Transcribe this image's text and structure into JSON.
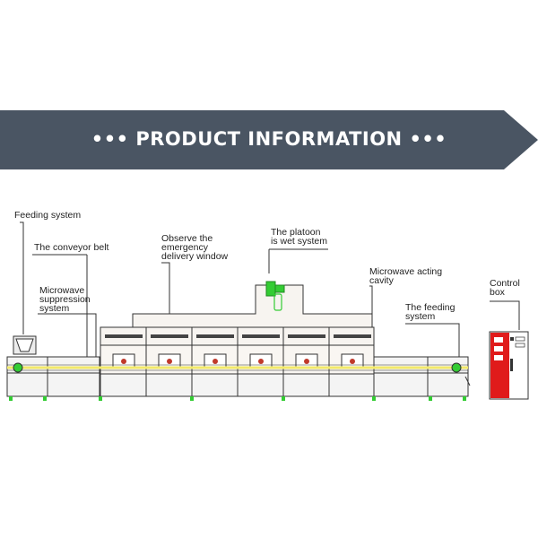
{
  "header": {
    "title": "••• PRODUCT INFORMATION •••",
    "band_color": "#4a5563"
  },
  "labels": {
    "feeding_system_left": "Feeding system",
    "conveyor_belt": "The conveyor belt",
    "microwave_suppression": "Microwave\nsuppression\nsystem",
    "observe_window": "Observe the\nemergency\ndelivery window",
    "platoon": "The platoon\nis wet system",
    "microwave_cavity": "Microwave acting\ncavity",
    "feeding_system_right": "The feeding\nsystem",
    "control_box": "Control\nbox"
  },
  "colors": {
    "line": "#333333",
    "machine_fill": "#f4f4f4",
    "belt": "#f2e96a",
    "window": "#c0392b",
    "pump": "#33cc33",
    "control_box": "#e01b1b"
  }
}
